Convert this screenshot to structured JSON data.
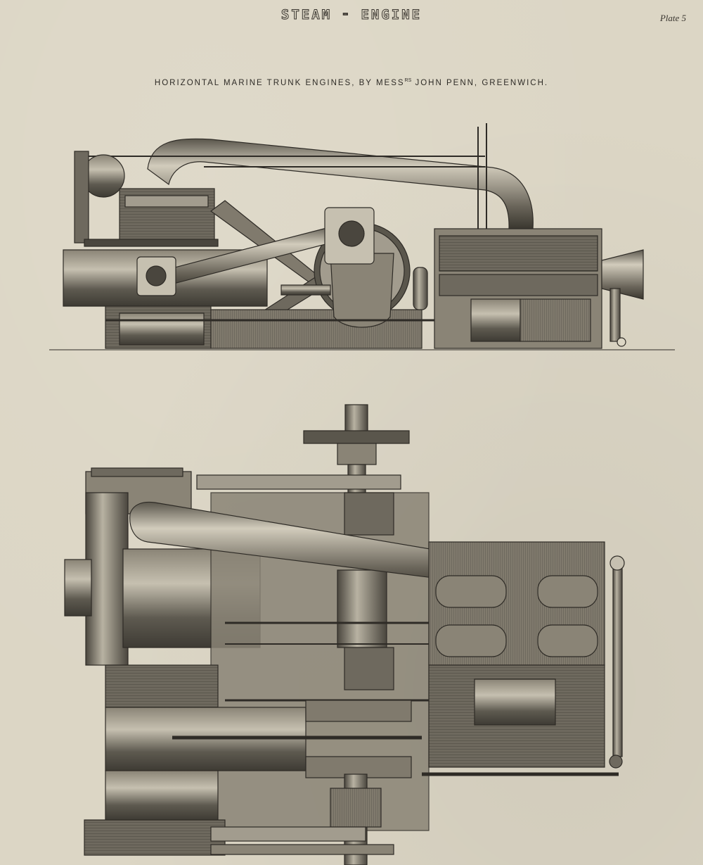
{
  "plate": {
    "title": "STEAM ⁃ ENGINE",
    "plate_number": "Plate 5",
    "subtitle": "HORIZONTAL MARINE TRUNK ENGINES, BY MESS",
    "subtitle_superscript": "RS",
    "subtitle_end": " JOHN PENN, GREENWICH."
  },
  "figures": [
    {
      "name": "side-elevation",
      "description": "Side elevation, sectioned, of horizontal marine trunk engine"
    },
    {
      "name": "plan-view",
      "description": "Plan view of horizontal marine trunk engine with crankshaft and gear wheel"
    }
  ],
  "colors": {
    "paper": "#dcd6c5",
    "ink": "#2e2b26",
    "metal_dark": "#4a463e",
    "metal_mid": "#6e695e",
    "metal_light": "#a29c8e"
  }
}
